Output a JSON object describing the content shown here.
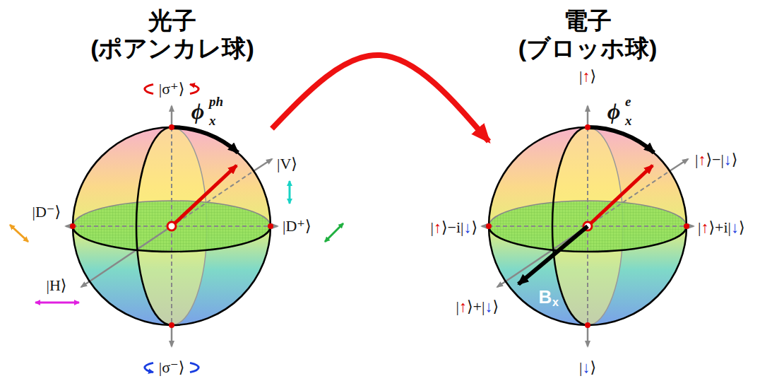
{
  "diagram": {
    "nodes": [
      {
        "text": [
          "光子 (ポアンカレ球)"
        ]
      },
      {
        "text": [
          "電子 (ブロッホ球)"
        ]
      }
    ],
    "edges": [
      {
        "from": 0,
        "to": 1,
        "arrow": "to"
      }
    ],
    "labels": [
      "|σ⁺⟩",
      "ϕ",
      "x",
      "ph",
      "|V⟩",
      "|D⁻⟩",
      "|D⁺⟩",
      "|H⟩",
      "|σ⁻⟩",
      "|↑⟩",
      "ϕ",
      "x",
      "e",
      "|↑⟩−|↓⟩",
      "|↑⟩−i|↓⟩",
      "|↑⟩+i|↓⟩",
      "|↑⟩+|↓⟩",
      "B",
      "x",
      "|↓⟩"
    ]
  }
}
